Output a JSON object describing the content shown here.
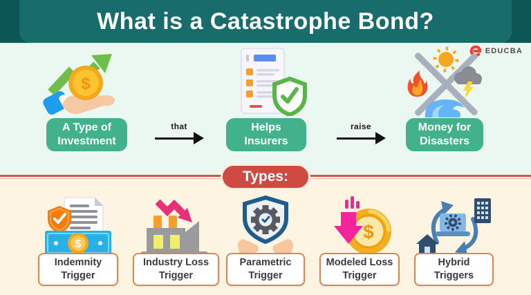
{
  "header": {
    "title": "What is a Catastrophe Bond?"
  },
  "brand": {
    "name": "EDUCBA"
  },
  "flow": {
    "steps": [
      {
        "icon": "investment-growth-icon",
        "line1": "A Type of",
        "line2": "Investment"
      },
      {
        "icon": "insurance-document-icon",
        "line1": "Helps",
        "line2": "Insurers"
      },
      {
        "icon": "disasters-icon",
        "line1": "Money for",
        "line2": "Disasters"
      }
    ],
    "connectors": [
      {
        "label": "that"
      },
      {
        "label": "raise"
      }
    ]
  },
  "types": {
    "badge_label": "Types:",
    "items": [
      {
        "icon": "indemnity-trigger-icon",
        "line1": "Indemnity",
        "line2": "Trigger"
      },
      {
        "icon": "industry-loss-trigger-icon",
        "line1": "Industry Loss",
        "line2": "Trigger"
      },
      {
        "icon": "parametric-trigger-icon",
        "line1": "Parametric",
        "line2": "Trigger"
      },
      {
        "icon": "modeled-loss-trigger-icon",
        "line1": "Modeled Loss",
        "line2": "Trigger"
      },
      {
        "icon": "hybrid-triggers-icon",
        "line1": "Hybrid",
        "line2": "Triggers"
      }
    ]
  },
  "colors": {
    "header_teal": "#186c6c",
    "header_teal_dark": "#0d5656",
    "mint_bg": "#ebf7f1",
    "cream_bg": "#fdf5e1",
    "pill_green": "#41b28c",
    "badge_red": "#cf4a42",
    "divider_red": "#d8514a",
    "box_border_orange": "#e0834d",
    "label_text": "#3b3b3b",
    "brand_red": "#ee4237"
  }
}
